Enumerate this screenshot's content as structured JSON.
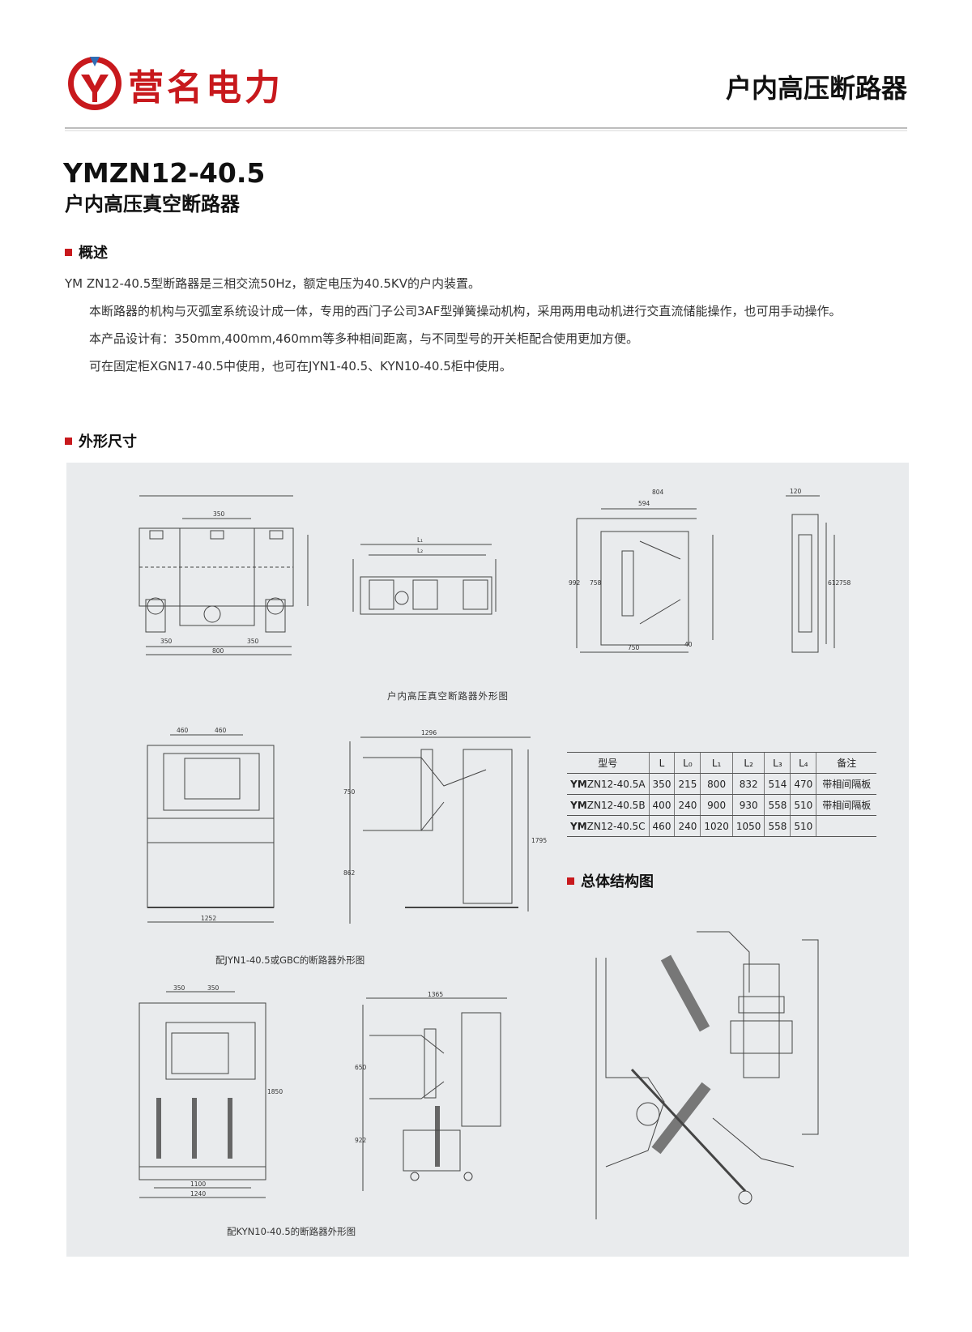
{
  "header": {
    "brand_name": "营名电力",
    "category_title": "户内高压断路器"
  },
  "product": {
    "model": "YMZN12-40.5",
    "subtitle": "户内高压真空断路器"
  },
  "overview": {
    "heading": "概述",
    "paragraphs": [
      "YM ZN12-40.5型断路器是三相交流50Hz，额定电压为40.5KV的户内装置。",
      "本断路器的机构与灭弧室系统设计成一体，专用的西门子公司3AF型弹簧操动机构，采用两用电动机进行交直流储能操作，也可用手动操作。",
      "本产品设计有：350mm,400mm,460mm等多种相间距离，与不同型号的开关柜配合使用更加方便。",
      "可在固定柜XGN17-40.5中使用，也可在JYN1-40.5、KYN10-40.5柜中使用。"
    ]
  },
  "dimensions": {
    "heading": "外形尺寸",
    "caption_main": "户内高压真空断路器外形图",
    "caption_jyn": "配JYN1-40.5或GBC的断路器外形图",
    "caption_kyn": "配KYN10-40.5的断路器外形图",
    "labels": {
      "d350": "350",
      "d800": "800",
      "d804": "804",
      "d594": "594",
      "d992": "992",
      "d758": "758",
      "d750": "750",
      "d40": "40",
      "d120": "120",
      "d612": "612",
      "d460": "460",
      "d1252": "1252",
      "d1296": "1296",
      "d862": "862",
      "d1795": "1795",
      "d1100": "1100",
      "d1240": "1240",
      "d1850": "1850",
      "d1365": "1365",
      "d650": "650",
      "d922": "922",
      "L1": "L₁",
      "L2": "L₂"
    }
  },
  "spec_table": {
    "headers": [
      "型号",
      "L",
      "L₀",
      "L₁",
      "L₂",
      "L₃",
      "L₄",
      "备注"
    ],
    "rows": [
      {
        "prefix": "YM",
        "model": "ZN12-40.5A",
        "cells": [
          "350",
          "215",
          "800",
          "832",
          "514",
          "470"
        ],
        "note": "带相间隔板"
      },
      {
        "prefix": "YM",
        "model": "ZN12-40.5B",
        "cells": [
          "400",
          "240",
          "900",
          "930",
          "558",
          "510"
        ],
        "note": "带相间隔板"
      },
      {
        "prefix": "YM",
        "model": "ZN12-40.5C",
        "cells": [
          "460",
          "240",
          "1020",
          "1050",
          "558",
          "510"
        ],
        "note": ""
      }
    ]
  },
  "structure": {
    "heading": "总体结构图"
  },
  "colors": {
    "brand_red": "#c8191d",
    "panel_gray": "#e9ebed",
    "logo_blue": "#2f6db5"
  }
}
